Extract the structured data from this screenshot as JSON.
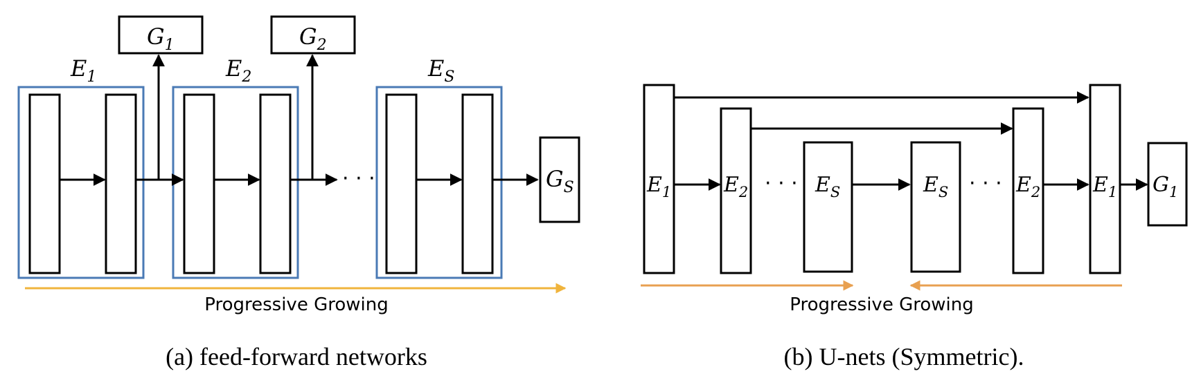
{
  "panel_a": {
    "caption": "(a) feed-forward networks",
    "progress_label": "Progressive Growing",
    "ellipsis": "· · ·",
    "stages": [
      {
        "name": "E",
        "sub": "1"
      },
      {
        "name": "E",
        "sub": "2"
      },
      {
        "name": "E",
        "sub": "S"
      }
    ],
    "outputs": [
      {
        "name": "G",
        "sub": "1"
      },
      {
        "name": "G",
        "sub": "2"
      },
      {
        "name": "G",
        "sub": "S"
      }
    ]
  },
  "panel_b": {
    "caption": "(b) U-nets (Symmetric).",
    "progress_label": "Progressive Growing",
    "ellipsis": "· · ·",
    "encoder": [
      {
        "name": "E",
        "sub": "1"
      },
      {
        "name": "E",
        "sub": "2"
      },
      {
        "name": "E",
        "sub": "S"
      }
    ],
    "decoder": [
      {
        "name": "E",
        "sub": "S"
      },
      {
        "name": "E",
        "sub": "2"
      },
      {
        "name": "E",
        "sub": "1"
      }
    ],
    "output": {
      "name": "G",
      "sub": "1"
    }
  },
  "colors": {
    "stage_box": "#4a7ab5",
    "progress_arrow_a": "#f0b43c",
    "progress_arrow_b": "#e8a050",
    "line": "#000000"
  }
}
